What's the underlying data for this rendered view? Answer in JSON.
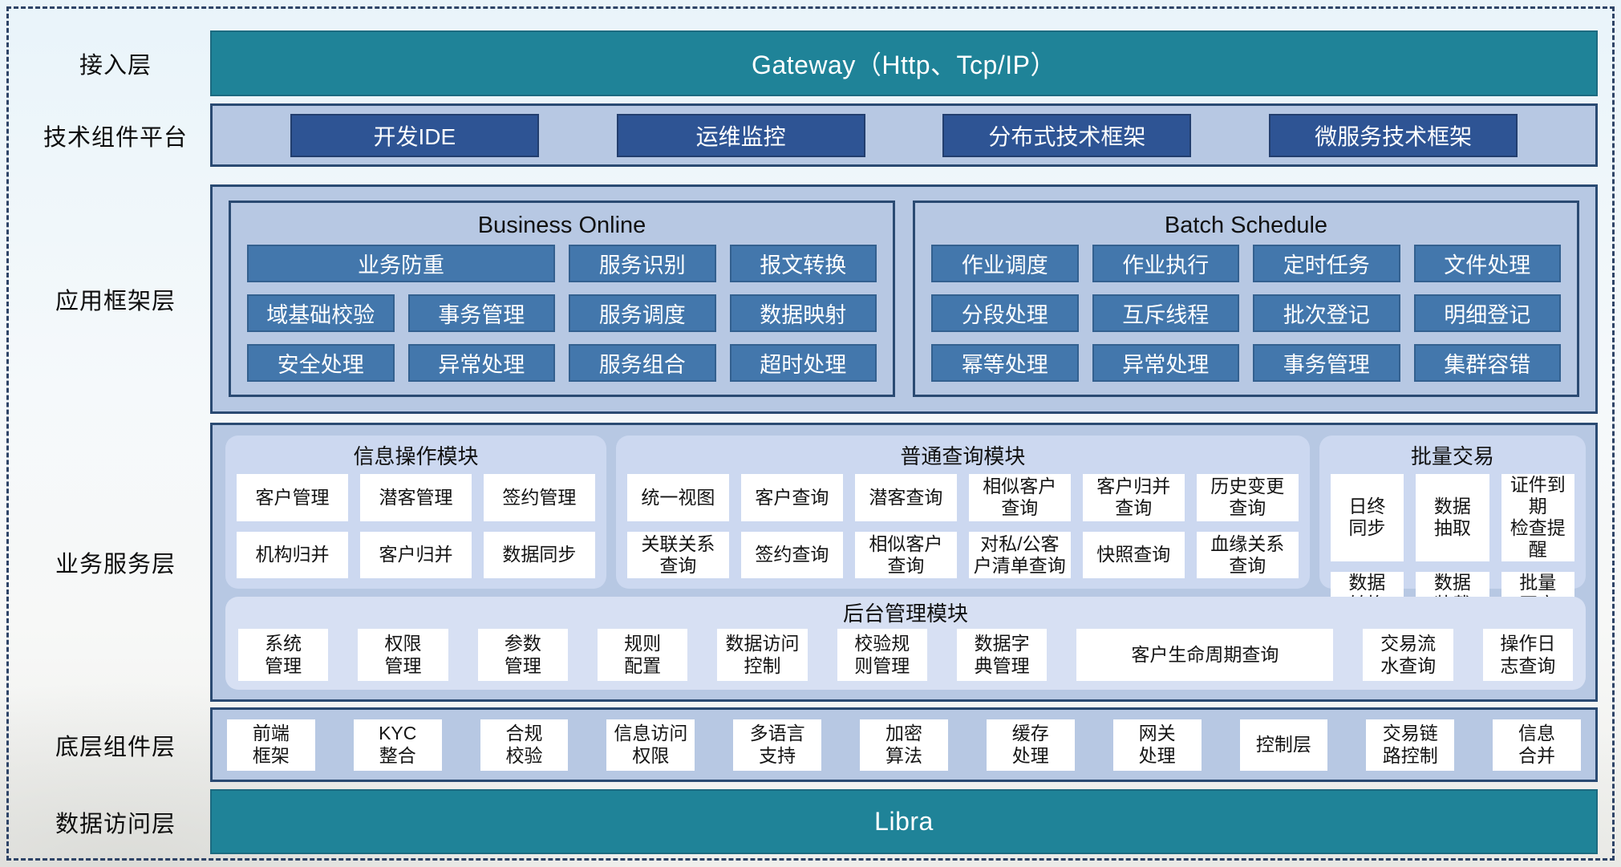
{
  "colors": {
    "teal_bar": "#1f8398",
    "teal_border": "#1c6a80",
    "navy_button": "#2e5494",
    "steel_button": "#4377ac",
    "panel_fill": "#b7c8e3",
    "module_fill": "#ccd8f0",
    "admin_fill": "#d7e0f3",
    "panel_border": "#2a4a72",
    "frame_dash": "#2e4467"
  },
  "diagram": {
    "access_layer": {
      "label": "接入层",
      "title": "Gateway（Http、Tcp/IP）"
    },
    "tech_platform": {
      "label": "技术组件平台",
      "items": [
        "开发IDE",
        "运维监控",
        "分布式技术框架",
        "微服务技术框架"
      ]
    },
    "app_framework": {
      "label": "应用框架层",
      "sections": [
        {
          "title": "Business Online",
          "cells": [
            {
              "text": "业务防重",
              "span": 2
            },
            {
              "text": "服务识别"
            },
            {
              "text": "报文转换"
            },
            {
              "text": "域基础校验"
            },
            {
              "text": "事务管理"
            },
            {
              "text": "服务调度"
            },
            {
              "text": "数据映射"
            },
            {
              "text": "安全处理"
            },
            {
              "text": "异常处理"
            },
            {
              "text": "服务组合"
            },
            {
              "text": "超时处理"
            }
          ]
        },
        {
          "title": "Batch Schedule",
          "cells": [
            {
              "text": "作业调度"
            },
            {
              "text": "作业执行"
            },
            {
              "text": "定时任务"
            },
            {
              "text": "文件处理"
            },
            {
              "text": "分段处理"
            },
            {
              "text": "互斥线程"
            },
            {
              "text": "批次登记"
            },
            {
              "text": "明细登记"
            },
            {
              "text": "幂等处理"
            },
            {
              "text": "异常处理"
            },
            {
              "text": "事务管理"
            },
            {
              "text": "集群容错"
            }
          ]
        }
      ]
    },
    "business_service": {
      "label": "业务服务层",
      "modules": [
        {
          "title": "信息操作模块",
          "cols": 3,
          "grow": 47,
          "items": [
            "客户管理",
            "潜客管理",
            "签约管理",
            "机构归并",
            "客户归并",
            "数据同步"
          ]
        },
        {
          "title": "普通查询模块",
          "cols": 6,
          "grow": 88,
          "items": [
            "统一视图",
            "客户查询",
            "潜客查询",
            "相似客户\n查询",
            "客户归并\n查询",
            "历史变更\n查询",
            "关联关系\n查询",
            "签约查询",
            "相似客户\n查询",
            "对私/公客\n户清单查询",
            "快照查询",
            "血缘关系\n查询"
          ]
        },
        {
          "title": "批量交易",
          "cols": 3,
          "grow": 32,
          "items": [
            "日终\n同步",
            "数据\n抽取",
            "证件到期\n检查提醒",
            "数据\n转换",
            "数据\n装载",
            "批量\n开户"
          ]
        }
      ],
      "admin_module": {
        "title": "后台管理模块",
        "items": [
          {
            "text": "系统\n管理"
          },
          {
            "text": "权限\n管理"
          },
          {
            "text": "参数\n管理"
          },
          {
            "text": "规则\n配置"
          },
          {
            "text": "数据访问\n控制"
          },
          {
            "text": "校验规\n则管理"
          },
          {
            "text": "数据字\n典管理"
          },
          {
            "text": "客户生命周期查询",
            "wide": true
          },
          {
            "text": "交易流\n水查询"
          },
          {
            "text": "操作日\n志查询"
          }
        ]
      }
    },
    "base_components": {
      "label": "底层组件层",
      "items": [
        "前端\n框架",
        "KYC\n整合",
        "合规\n校验",
        "信息访问\n权限",
        "多语言\n支持",
        "加密\n算法",
        "缓存\n处理",
        "网关\n处理",
        "控制层",
        "交易链\n路控制",
        "信息\n合并"
      ]
    },
    "data_access": {
      "label": "数据访问层",
      "title": "Libra"
    }
  }
}
